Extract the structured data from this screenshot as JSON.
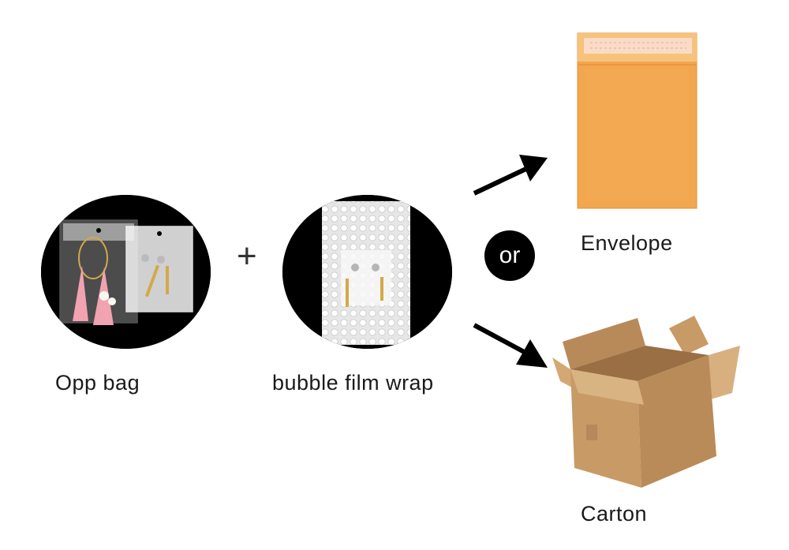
{
  "items": {
    "opp_bag": {
      "label": "Opp bag"
    },
    "bubble_wrap": {
      "label": "bubble film wrap"
    },
    "envelope": {
      "label": "Envelope"
    },
    "carton": {
      "label": "Carton"
    }
  },
  "symbols": {
    "plus": "+",
    "or": "or"
  },
  "colors": {
    "envelope": "#f2a64d",
    "carton": "#c79a66",
    "circle_bg": "#000000",
    "pink": "#f1a3b1",
    "gold": "#d4a84a"
  }
}
